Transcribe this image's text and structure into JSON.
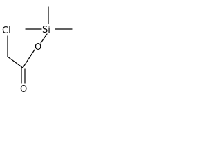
{
  "structure": {
    "atoms": {
      "chlorine": "Cl",
      "silicon": "Si",
      "ester_oxygen": "O",
      "carbonyl_oxygen": "O"
    }
  },
  "colors": {
    "ink": "#000000",
    "background": "#ffffff"
  }
}
